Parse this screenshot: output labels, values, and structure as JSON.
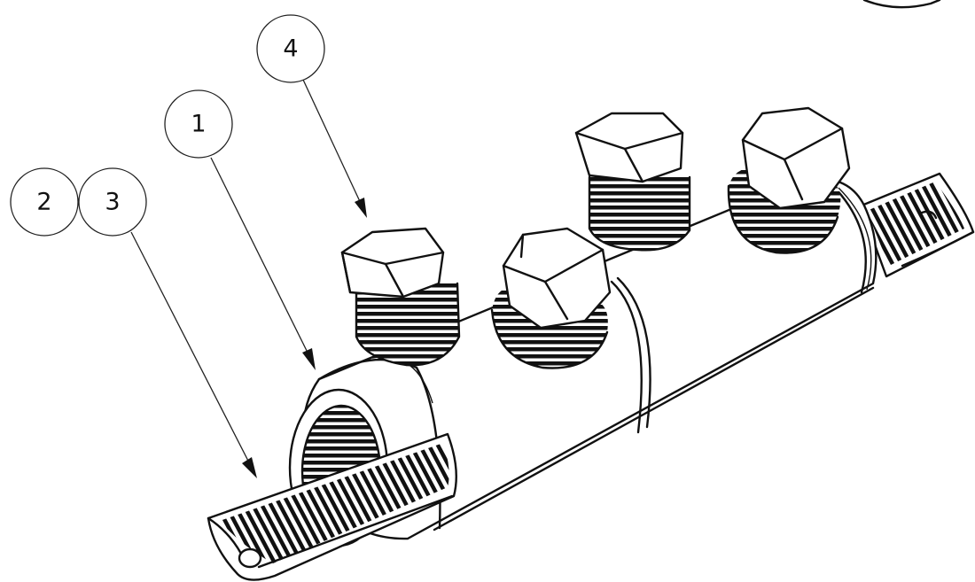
{
  "figure": {
    "callouts": [
      {
        "id": "callout-1",
        "label": "1"
      },
      {
        "id": "callout-2",
        "label": "2"
      },
      {
        "id": "callout-3",
        "label": "3"
      },
      {
        "id": "callout-4",
        "label": "4"
      }
    ]
  }
}
